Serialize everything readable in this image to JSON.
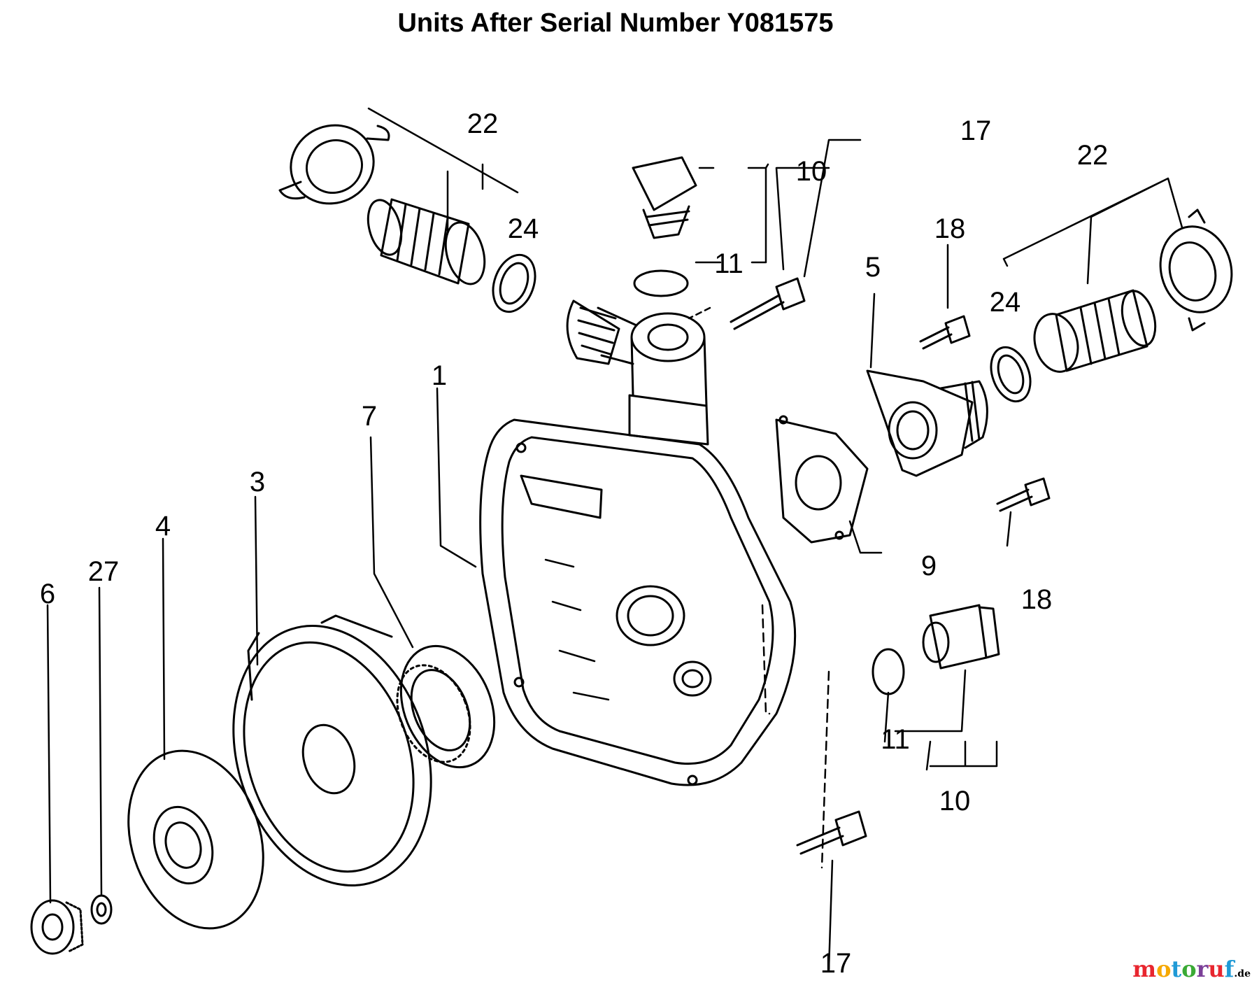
{
  "title": "Units After Serial Number Y081575",
  "callouts": {
    "c1": "1",
    "c3": "3",
    "c4": "4",
    "c5": "5",
    "c6": "6",
    "c7": "7",
    "c9": "9",
    "c10a": "10",
    "c10b": "10",
    "c11a": "11",
    "c11b": "11",
    "c17a": "17",
    "c17b": "17",
    "c18a": "18",
    "c18b": "18",
    "c22a": "22",
    "c22b": "22",
    "c24a": "24",
    "c24b": "24",
    "c27": "27"
  },
  "watermark": {
    "brand": "motoruf",
    "suffix": ".de",
    "colors": [
      "#e8262f",
      "#f6a800",
      "#1f9ad6",
      "#3aaa35",
      "#7b3f98",
      "#e8262f",
      "#1f9ad6"
    ]
  }
}
